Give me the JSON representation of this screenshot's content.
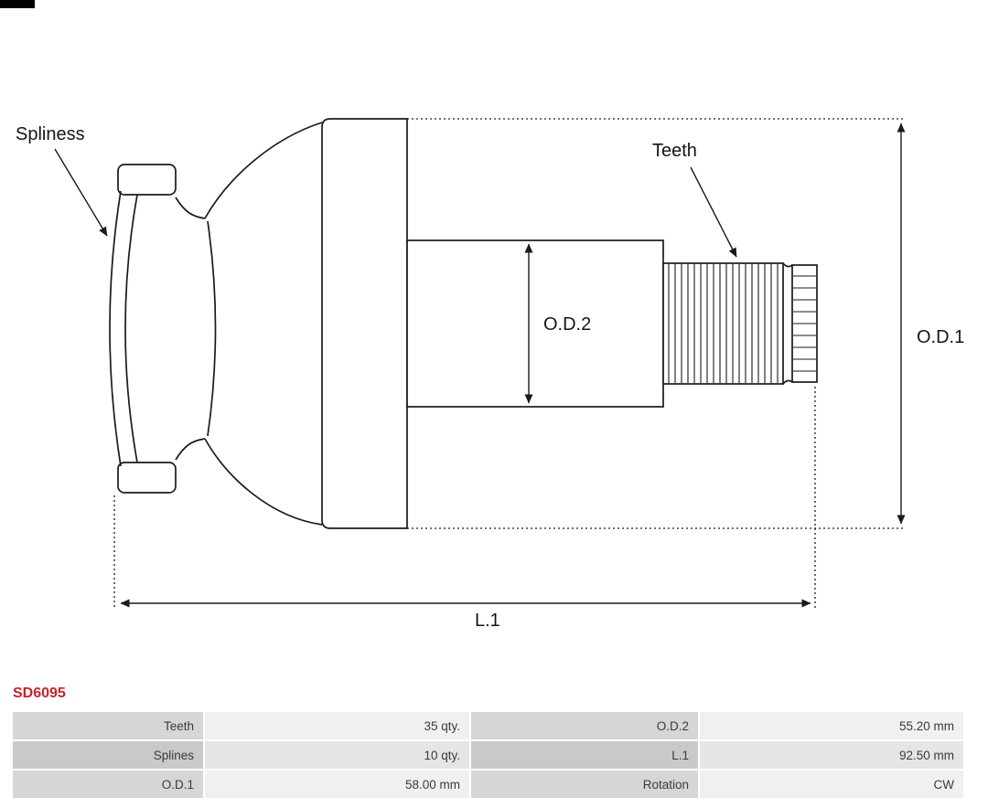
{
  "page": {
    "background": "#ffffff"
  },
  "logo_mark": {
    "color": "#000000"
  },
  "diagram": {
    "stroke_color": "#1a1a1a",
    "labels": {
      "spliness": "Spliness",
      "teeth": "Teeth",
      "od2": "O.D.2",
      "od1": "O.D.1",
      "l1": "L.1"
    }
  },
  "part": {
    "code": "SD6095",
    "code_color": "#c8232c"
  },
  "spec_table": {
    "rows": [
      {
        "c": [
          "Teeth",
          "35 qty.",
          "O.D.2",
          "55.20 mm"
        ]
      },
      {
        "c": [
          "Splines",
          "10 qty.",
          "L.1",
          "92.50 mm"
        ]
      },
      {
        "c": [
          "O.D.1",
          "58.00 mm",
          "Rotation",
          "CW"
        ]
      }
    ]
  }
}
